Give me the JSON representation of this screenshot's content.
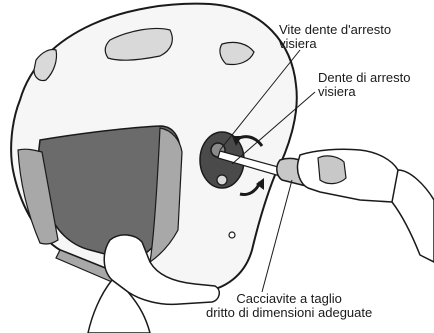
{
  "labels": {
    "screw": [
      "Vite dente d'arresto",
      "visiera"
    ],
    "tooth": [
      "Dente di arresto",
      "visiera"
    ],
    "screwdriver": [
      "Cacciavite a taglio",
      "dritto di dimensioni adeguate"
    ]
  },
  "colors": {
    "outline": "#1a1a1a",
    "helmet_shell": "#f6f6f6",
    "padding_dark": "#6b6b6b",
    "padding_light": "#a8a8a8",
    "vent": "#d9d9d9",
    "handle": "#c8c8c8",
    "mechanism": "#4a4a4a"
  },
  "icons": {
    "rotation": [
      "rotate-counterclockwise-arrow-icon",
      "rotate-clockwise-arrow-icon"
    ]
  }
}
